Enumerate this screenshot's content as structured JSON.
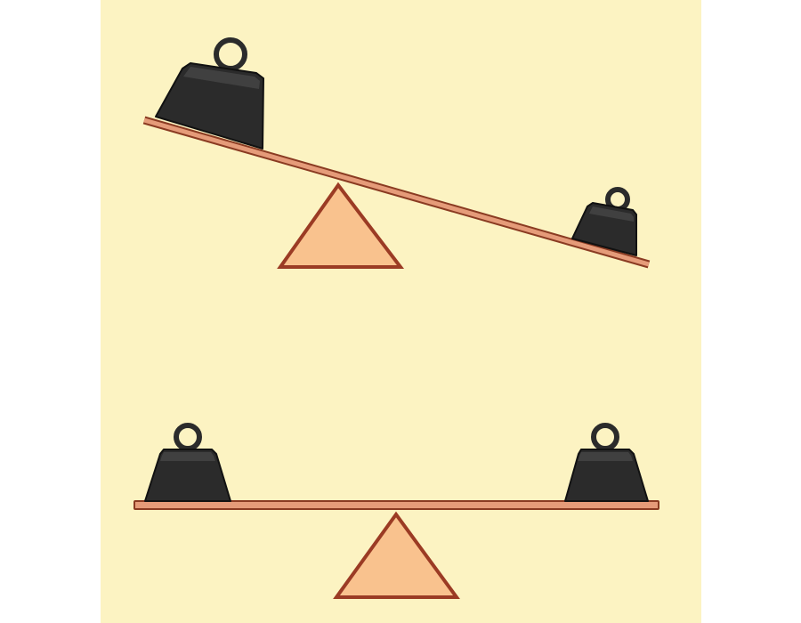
{
  "colors": {
    "page_background": "#ffffff",
    "panel_background": "#fcf3c2",
    "plank_fill": "#e59b79",
    "plank_stroke": "#8a3b22",
    "fulcrum_fill": "#f9c28e",
    "fulcrum_stroke": "#9b3b24",
    "weight_fill": "#2b2b2b",
    "weight_stroke": "#111111",
    "weight_highlight": "#4a4a4a"
  },
  "diagram": {
    "seesaws": [
      {
        "id": "unbalanced",
        "state": "tilted",
        "left_weight": {
          "size": "large",
          "icon": "kettlebell-weight-icon"
        },
        "right_weight": {
          "size": "small",
          "icon": "kettlebell-weight-icon"
        }
      },
      {
        "id": "balanced",
        "state": "level",
        "left_weight": {
          "size": "medium",
          "icon": "kettlebell-weight-icon"
        },
        "right_weight": {
          "size": "medium",
          "icon": "kettlebell-weight-icon"
        }
      }
    ]
  }
}
